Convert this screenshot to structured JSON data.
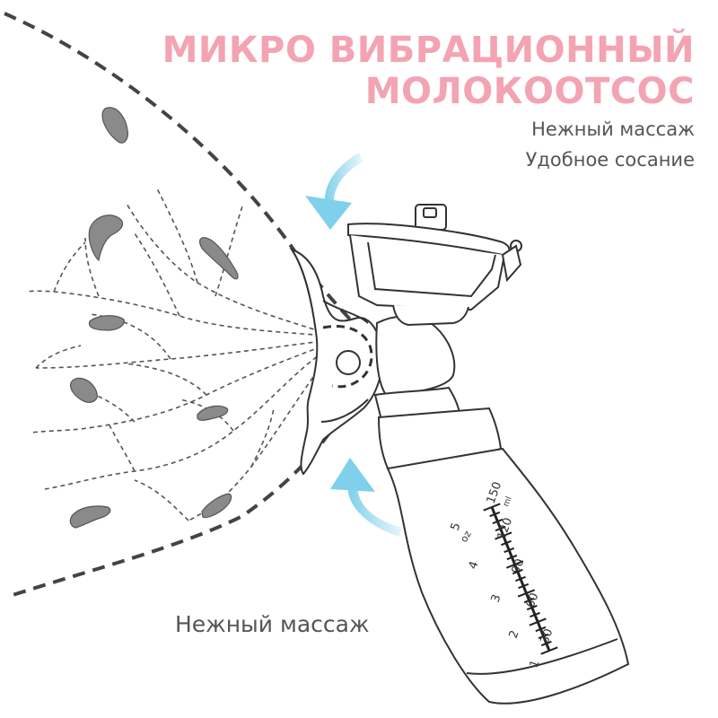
{
  "title": {
    "line1": "МИКРО ВИБРАЦИОННЫЙ",
    "line2": "МОЛОКООТСОС"
  },
  "features": [
    "Нежный массаж",
    "Удобное сосание"
  ],
  "bottom_caption": "Нежный массаж",
  "bottle_scale": {
    "ml_unit": "ml",
    "oz_unit": "oz",
    "ml_marks": [
      "150",
      "120",
      "90",
      "60",
      "30"
    ],
    "oz_marks": [
      "5",
      "4",
      "3",
      "2",
      "1"
    ]
  },
  "colors": {
    "title": "#f3a3b2",
    "text": "#555555",
    "arrow": "#a9dff0",
    "duct": "#8a8a8a",
    "outline": "#333333"
  }
}
